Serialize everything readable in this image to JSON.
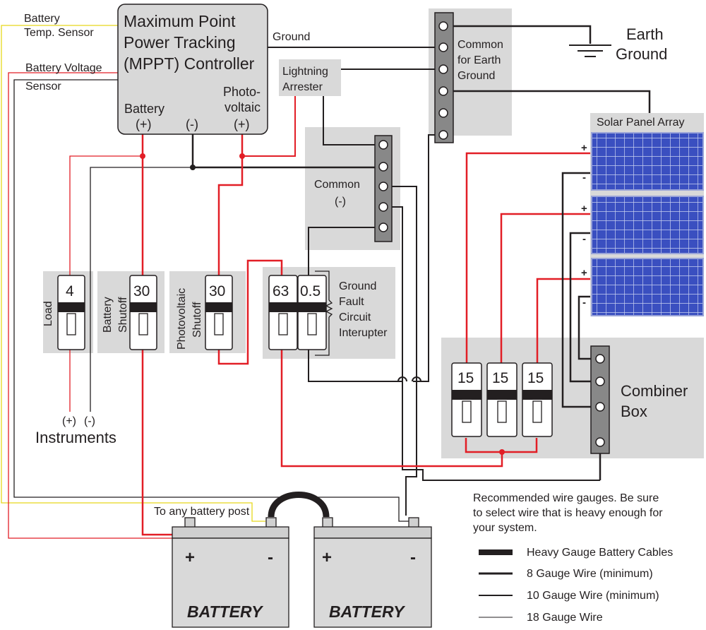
{
  "mppt": {
    "line1": "Maximum Point",
    "line2": "Power Tracking",
    "line3": "(MPPT) Controller",
    "battery": "Battery",
    "battery_pos": "(+)",
    "neg": "(-)",
    "pv1": "Photo-",
    "pv2": "voltaic",
    "pv_pos": "(+)"
  },
  "sensors": {
    "temp1": "Battery",
    "temp2": "Temp. Sensor",
    "volt1": "Battery Voltage",
    "volt2": "Sensor"
  },
  "ground_label": "Ground",
  "earth": {
    "line1": "Earth",
    "line2": "Ground"
  },
  "earth_common": {
    "line1": "Common",
    "line2": "for Earth",
    "line3": "Ground"
  },
  "arrester": {
    "line1": "Lightning",
    "line2": "Arrester"
  },
  "common_neg": {
    "line1": "Common",
    "line2": "(-)"
  },
  "solar": {
    "title": "Solar Panel Array",
    "pos": "+",
    "neg": "-"
  },
  "breakers": {
    "load": {
      "value": "4",
      "label": "Load"
    },
    "battery": {
      "value": "30",
      "label1": "Battery",
      "label2": "Shutoff"
    },
    "pv": {
      "value": "30",
      "label1": "Photovoltaic",
      "label2": "Shutoff"
    },
    "gfci_main": {
      "value": "63"
    },
    "gfci": {
      "value": "0.5",
      "line1": "Ground",
      "line2": "Fault",
      "line3": "Circuit",
      "line4": "Interupter"
    },
    "combiner": [
      "15",
      "15",
      "15"
    ]
  },
  "combiner_box": {
    "line1": "Combiner",
    "line2": "Box"
  },
  "instruments": {
    "label": "Instruments",
    "pos": "(+)",
    "neg": "(-)"
  },
  "battery_post_note": "To any battery post",
  "batteries": [
    {
      "name": "BATTERY",
      "pos": "+",
      "neg": "-"
    },
    {
      "name": "BATTERY",
      "pos": "+",
      "neg": "-"
    }
  ],
  "legend": {
    "intro1": "Recommended wire gauges. Be sure",
    "intro2": "to select wire that is heavy enough for",
    "intro3": "your system.",
    "items": [
      "Heavy Gauge Battery Cables",
      "8 Gauge Wire (minimum)",
      "10 Gauge Wire (minimum)",
      "18 Gauge Wire"
    ]
  },
  "colors": {
    "red_wire": "#e21e26",
    "black_wire": "#231f20",
    "yellow_wire": "#e6d81c",
    "panel_box": "#d8d8d8",
    "pv_cell": "#3a4fc0"
  }
}
